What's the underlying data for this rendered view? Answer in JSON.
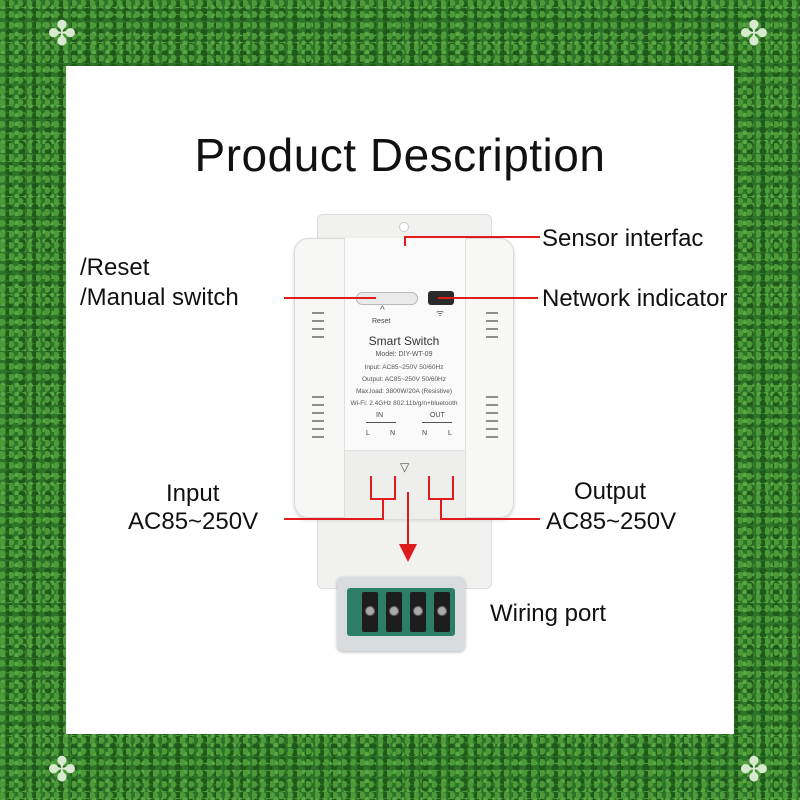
{
  "title": "Product Description",
  "labels": {
    "reset": "/Reset",
    "manual_switch": "/Manual switch",
    "sensor_interface": "Sensor interfac",
    "network_indicator": "Network indicator",
    "input_title": "Input",
    "input_voltage": "AC85~250V",
    "output_title": "Output",
    "output_voltage": "AC85~250V",
    "wiring_port": "Wiring port"
  },
  "device": {
    "reset_text": "Reset",
    "name": "Smart Switch",
    "model": "Model: DIY-WT-09",
    "input": "Input: AC85~250V 50/60Hz",
    "output": "Output: AC85~250V 50/60Hz",
    "max_load": "Max.load: 3800W/20A (Resistive)",
    "wifi": "Wi-Fi: 2.4GHz 802.11b/g/n+bluetooth",
    "in_label": "IN",
    "out_label": "OUT",
    "l1": "L",
    "n1": "N",
    "n2": "N",
    "l2": "L"
  },
  "colors": {
    "accent_line": "#e01c1c",
    "frame_green": "#2d7428"
  },
  "icons": {
    "corner": "clover-icon",
    "wifi": "wifi-icon",
    "reset_arrow": "chevron-up-icon"
  }
}
